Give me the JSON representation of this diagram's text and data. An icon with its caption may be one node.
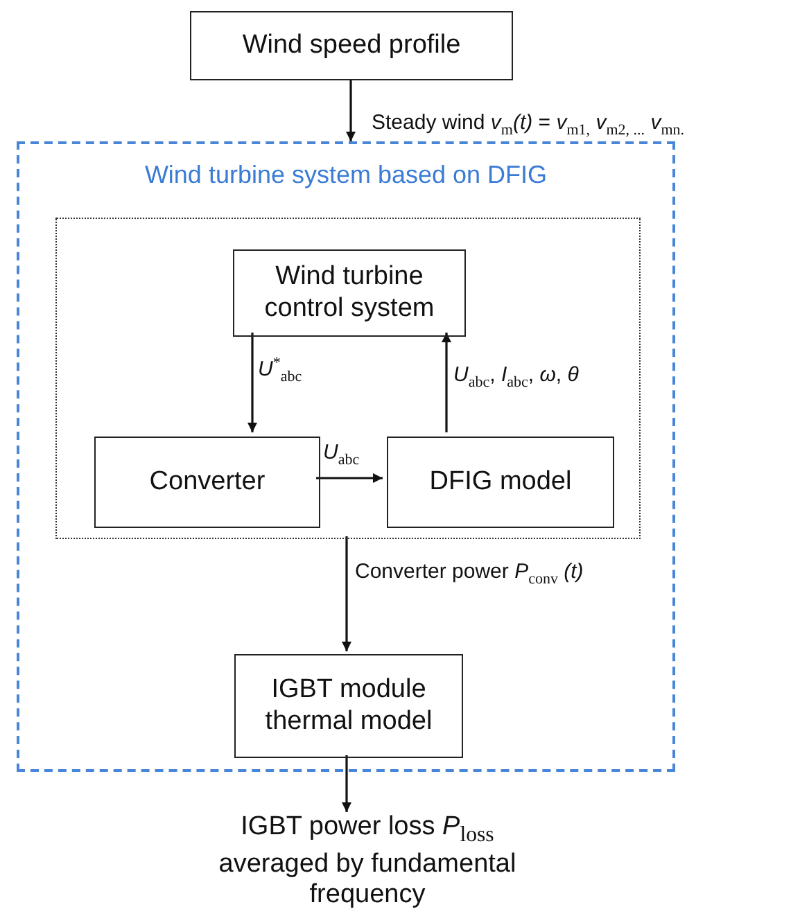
{
  "diagram": {
    "nodes": [
      {
        "text": [
          "Wind speed profile"
        ]
      },
      {
        "text": [
          "Wind turbine system based on DFIG"
        ]
      },
      {
        "text": [],
        "shape": "box",
        "in": 1
      },
      {
        "text": [
          "Wind turbine control system"
        ],
        "in": 2
      },
      {
        "text": [
          "Converter"
        ],
        "in": 2
      },
      {
        "text": [
          "DFIG model"
        ],
        "in": 2
      },
      {
        "text": [
          "IGBT module thermal model"
        ],
        "in": 1
      },
      {
        "text": [
          "IGBT power loss *P*$_{loss}$ averaged by fundamental frequency"
        ]
      }
    ],
    "edges": [
      {
        "from": 0,
        "to": 1,
        "arrow": "to",
        "label": "Steady wind *v*$_{m}$*(t)* = *v*$_{m1,}$ *v*$_{m2, ...}$ *v*$_{mn.}$"
      },
      {
        "from": 3,
        "to": 4,
        "arrow": "to",
        "label": "*U*$^{*}$$_{abc}$"
      },
      {
        "from": 4,
        "to": 5,
        "arrow": "to",
        "label": "*U*$_{abc}$"
      },
      {
        "from": 5,
        "to": 3,
        "arrow": "to",
        "label": "*U*$_{abc}$, *I*$_{abc}$, *ω*, *θ*"
      },
      {
        "from": 2,
        "to": 6,
        "arrow": "to",
        "label": "Converter power *P*$_{conv}$ *(t)*"
      },
      {
        "from": 6,
        "to": 7,
        "arrow": "to"
      }
    ]
  }
}
